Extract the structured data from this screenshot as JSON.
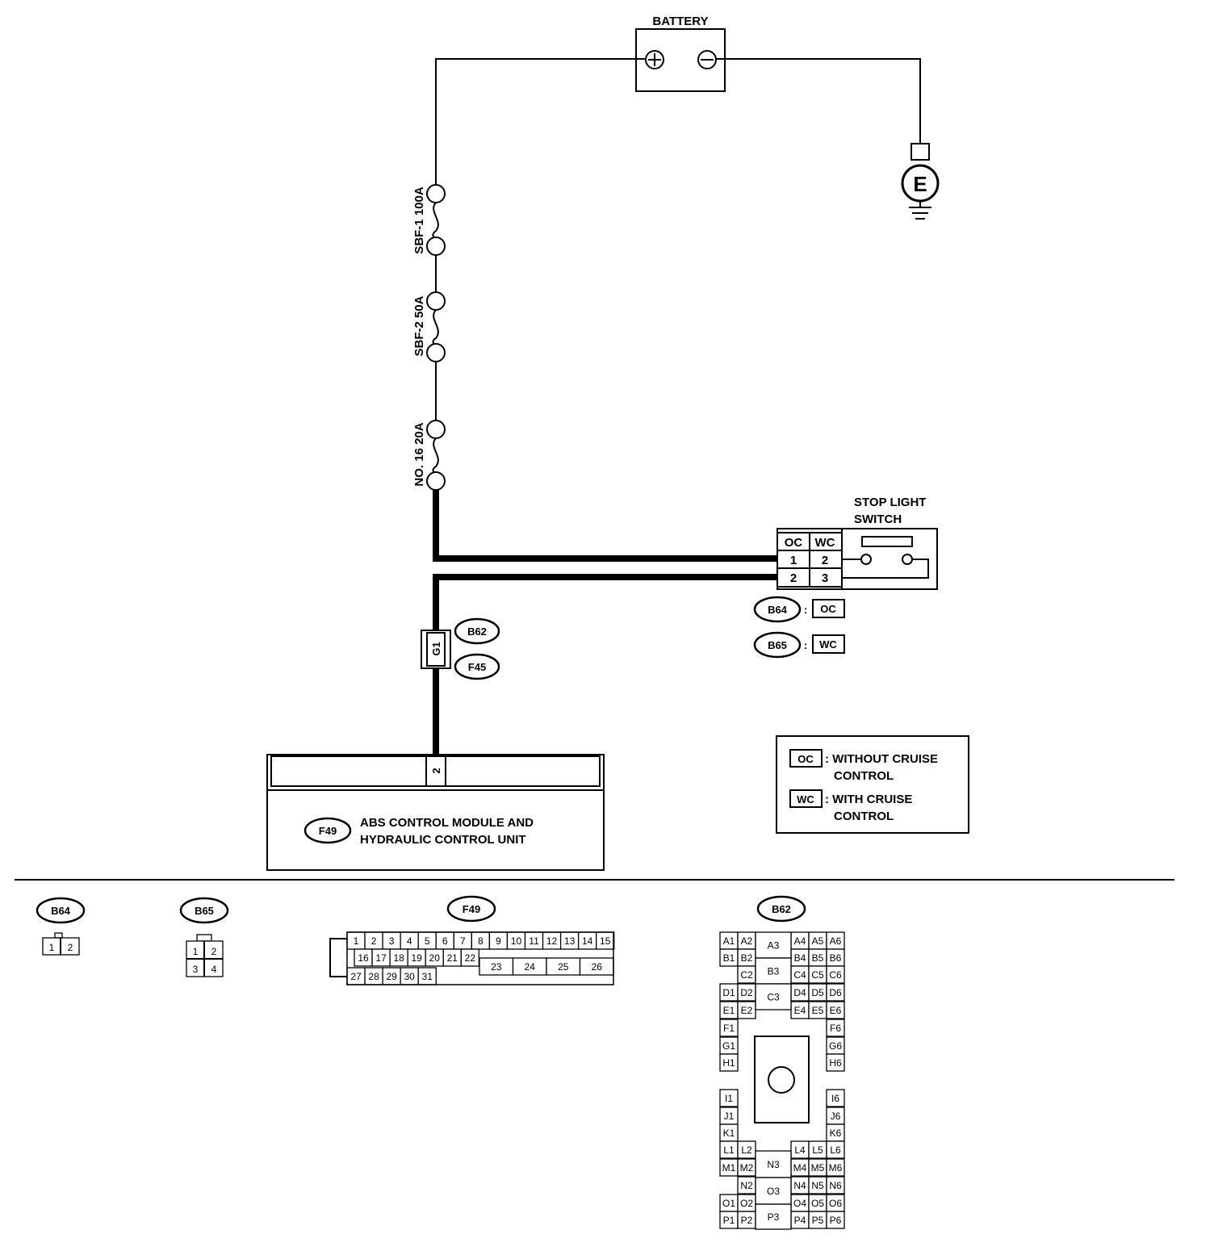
{
  "battery": {
    "label": "BATTERY",
    "plus": "+",
    "minus": "−"
  },
  "ground": {
    "label": "E"
  },
  "fuses": [
    {
      "label": "SBF-1 100A"
    },
    {
      "label": "SBF-2 50A"
    },
    {
      "label": "NO. 16 20A"
    }
  ],
  "stop_switch": {
    "label_line1": "STOP LIGHT",
    "label_line2": "SWITCH",
    "col_oc": "OC",
    "col_wc": "WC",
    "row1_oc": "1",
    "row1_wc": "2",
    "row2_oc": "2",
    "row2_wc": "3"
  },
  "connector_refs": {
    "b64": "B64",
    "b65": "B65",
    "oc": "OC",
    "wc": "WC",
    "colon": ":"
  },
  "joint": {
    "pin": "G1",
    "ref_top": "B62",
    "ref_bottom": "F45"
  },
  "abs_unit": {
    "ref": "F49",
    "pin": "2",
    "line1": "ABS CONTROL MODULE AND",
    "line2": "HYDRAULIC CONTROL UNIT"
  },
  "legend": {
    "oc_code": "OC",
    "oc_line1": ": WITHOUT CRUISE",
    "oc_line2": "CONTROL",
    "wc_code": "WC",
    "wc_line1": ": WITH CRUISE",
    "wc_line2": "CONTROL"
  },
  "connector_views": {
    "b64": {
      "title": "B64",
      "pins": [
        "1",
        "2"
      ]
    },
    "b65": {
      "title": "B65",
      "pins": [
        "1",
        "2",
        "3",
        "4"
      ]
    },
    "f49": {
      "title": "F49",
      "row1": [
        "1",
        "2",
        "3",
        "4",
        "5",
        "6",
        "7",
        "8",
        "9",
        "10",
        "11",
        "12",
        "13",
        "14",
        "15"
      ],
      "row2_small": [
        "16",
        "17",
        "18",
        "19",
        "20",
        "21",
        "22"
      ],
      "row2_big": [
        "23",
        "24",
        "25",
        "26"
      ],
      "row3": [
        "27",
        "28",
        "29",
        "30",
        "31"
      ]
    },
    "b62": {
      "title": "B62",
      "left_col": [
        "A1",
        "B1",
        "D1",
        "E1",
        "F1",
        "G1",
        "H1",
        "I1",
        "J1",
        "K1",
        "L1",
        "M1",
        "O1",
        "P1"
      ],
      "left2_col": [
        "A2",
        "B2",
        "C2",
        "D2",
        "E2",
        "L2",
        "M2",
        "N2",
        "O2",
        "P2"
      ],
      "center_col": [
        "A3",
        "B3",
        "C3",
        "N3",
        "O3",
        "P3"
      ],
      "right4_col": [
        "A4",
        "B4",
        "C4",
        "D4",
        "E4",
        "L4",
        "M4",
        "N4",
        "O4",
        "P4"
      ],
      "right5_col": [
        "A5",
        "B5",
        "C5",
        "D5",
        "E5",
        "L5",
        "M5",
        "N5",
        "O5",
        "P5"
      ],
      "right6_col": [
        "A6",
        "B6",
        "C6",
        "D6",
        "E6",
        "F6",
        "G6",
        "H6",
        "I6",
        "J6",
        "K6",
        "L6",
        "M6",
        "N6",
        "O6",
        "P6"
      ]
    }
  }
}
